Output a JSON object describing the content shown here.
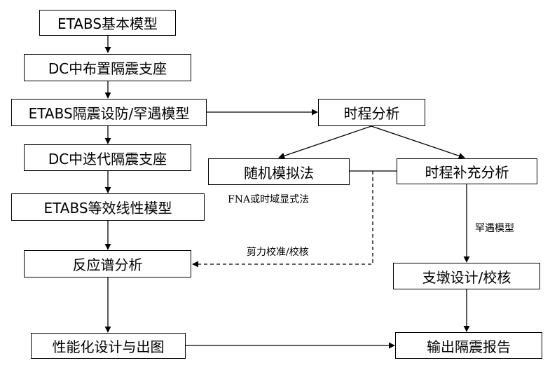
{
  "nodes": {
    "n1": "ETABS基本模型",
    "n2": "DC中布置隔震支座",
    "n3": "ETABS隔震设防/罕遇模型",
    "n4": "DC中迭代隔震支座",
    "n5": "ETABS等效线性模型",
    "n6": "反应谱分析",
    "n7": "性能化设计与出图",
    "n8": "时程分析",
    "n9": "随机模拟法",
    "n10": "时程补充分析",
    "n11": "支墩设计/校核",
    "n12": "输出隔震报告"
  },
  "edge_labels": {
    "fna": "FNA或时域显式法",
    "rare": "罕遇模型",
    "shear": "剪力校准/校核"
  }
}
